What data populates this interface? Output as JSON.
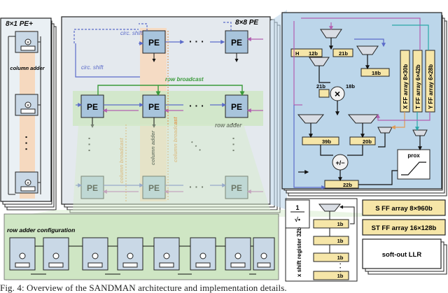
{
  "pe1_title": "8×1 PE+",
  "pe8_title": "8×8 PE",
  "column_adder": "column adder",
  "pe": "PE",
  "dots": "· · ·",
  "circ_shift": "circ. shift",
  "row_broadcast": "row broadcast",
  "row_adder": "row adder",
  "column_broadcast": "column broadcast",
  "row_adder_config": "row adder configuration",
  "reg_h": "H",
  "reg_12b": "12b",
  "reg_21b": "21b",
  "reg_18b": "18b",
  "reg_39b": "39b",
  "reg_20b": "20b",
  "reg_22b": "22b",
  "reg_1b": "1b",
  "x_ff": "X FF array 8×30b",
  "t_ff": "T FF array 6×42b",
  "y_ff": "Y FF array 6×28b",
  "prox": "prox",
  "recip_sqrt_num": "1",
  "recip_sqrt_den": "√•",
  "x_shift": "x shift register 32b",
  "s_ff": "S FF array 8×960b",
  "st_ff": "ST FF array 16×128b",
  "soft_out": "soft-out LLR",
  "caption": "Fig. 4: Overview of the SANDMAN architecture and implementation details."
}
